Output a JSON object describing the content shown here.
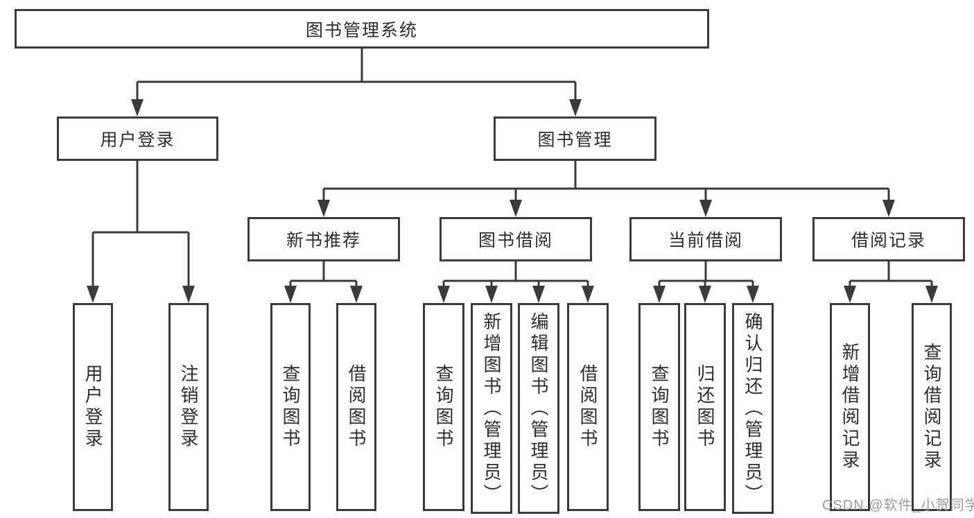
{
  "diagram": {
    "root": "图书管理系统",
    "level2": {
      "user_login": "用户登录",
      "book_management": "图书管理"
    },
    "level3": {
      "new_book": "新书推荐",
      "book_borrow": "图书借阅",
      "current_borrow": "当前借阅",
      "borrow_record": "借阅记录"
    },
    "leaves": {
      "user_login": [
        "用户登录",
        "注销登录"
      ],
      "new_book": [
        "查询图书",
        "借阅图书"
      ],
      "book_borrow": [
        "查询图书",
        "新增图书（管理员）",
        "编辑图书（管理员）",
        "借阅图书"
      ],
      "current_borrow": [
        "查询图书",
        "归还图书",
        "确认归还（管理员）"
      ],
      "borrow_record": [
        "新增借阅记录",
        "查询借阅记录"
      ]
    },
    "colors": {
      "line": "#3a3a3a",
      "border": "#3a3a3a",
      "text": "#2d2d2d",
      "watermark": "#9b9b9b"
    }
  },
  "watermark": "CSDN @软件_小贺同学"
}
